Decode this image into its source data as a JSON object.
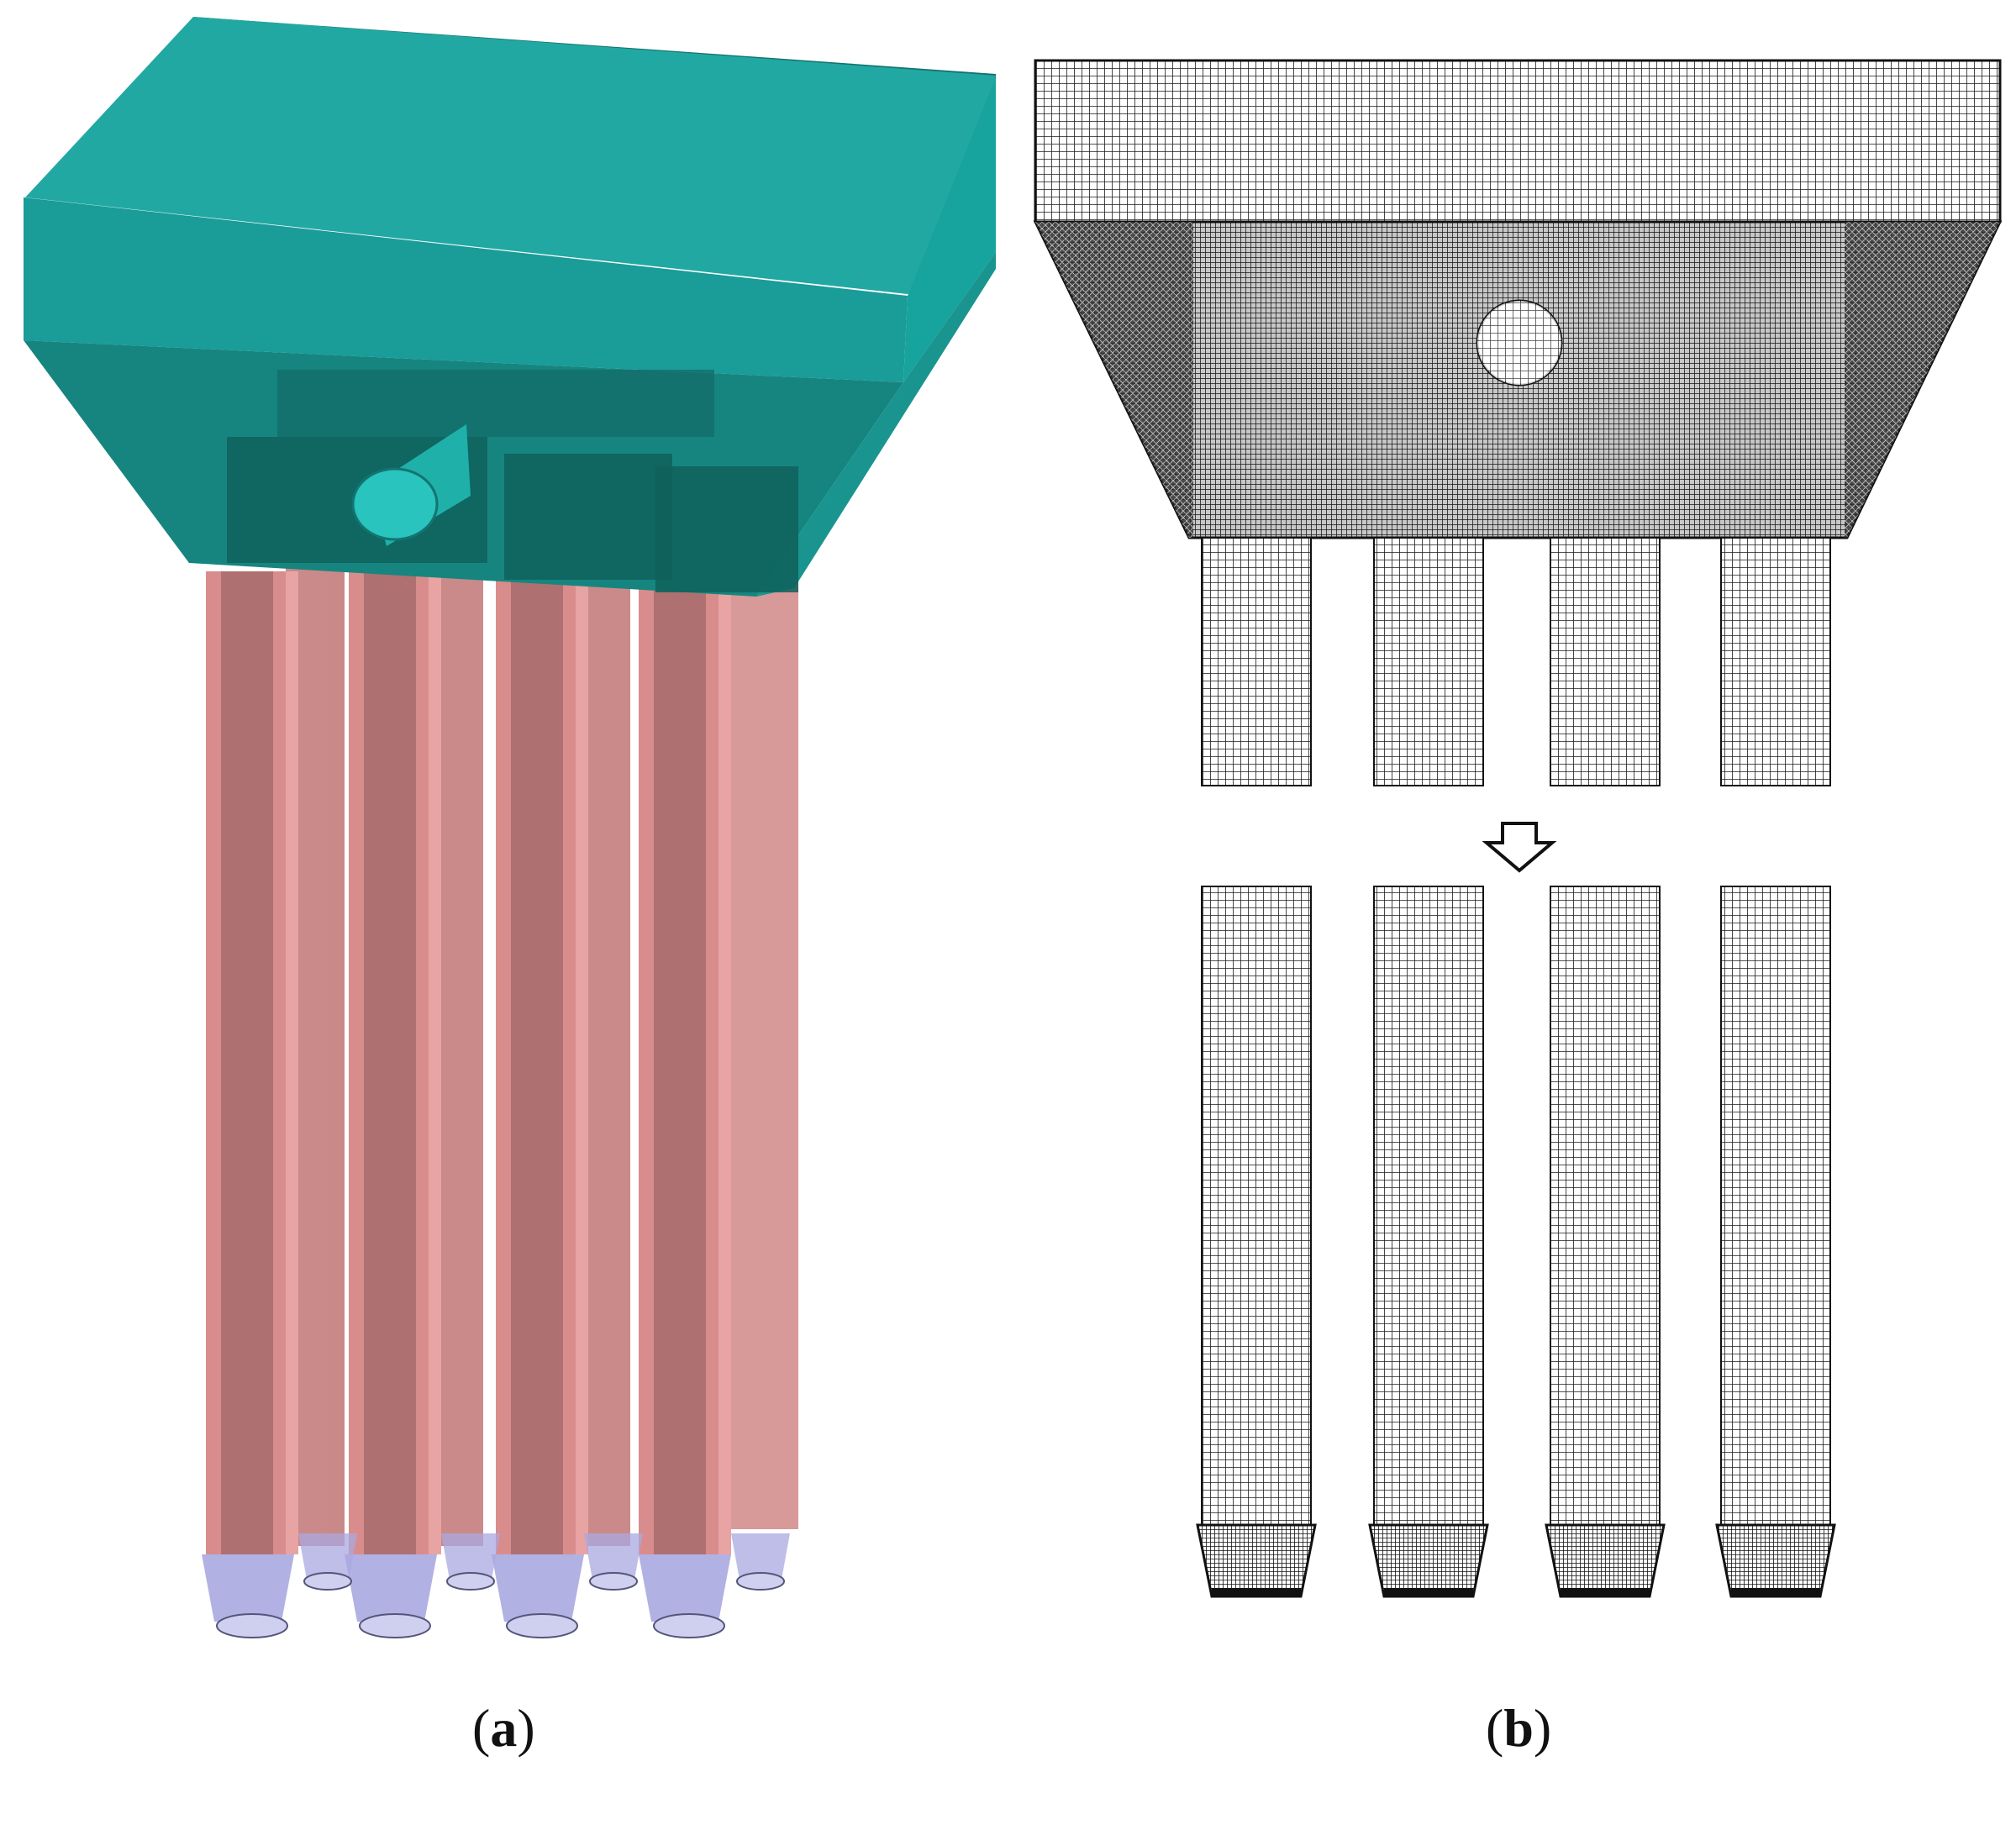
{
  "figure": {
    "panels": [
      {
        "id": "a",
        "caption_open": "(",
        "caption_letter": "a",
        "caption_close": ")"
      },
      {
        "id": "b",
        "caption_open": "(",
        "caption_letter": "b",
        "caption_close": ")"
      }
    ],
    "colors": {
      "hopper": "#1a9c98",
      "hopper_dark": "#137471",
      "hopper_light": "#22b3ad",
      "bag": "#d98c8c",
      "bag_dark": "#8a5a5a",
      "cone": "#a9a8e0",
      "mesh_line": "#1a1a1a"
    },
    "mesh": {
      "bag_count": 4,
      "flow_arrow_icon": "hollow-down-arrow-icon"
    }
  }
}
